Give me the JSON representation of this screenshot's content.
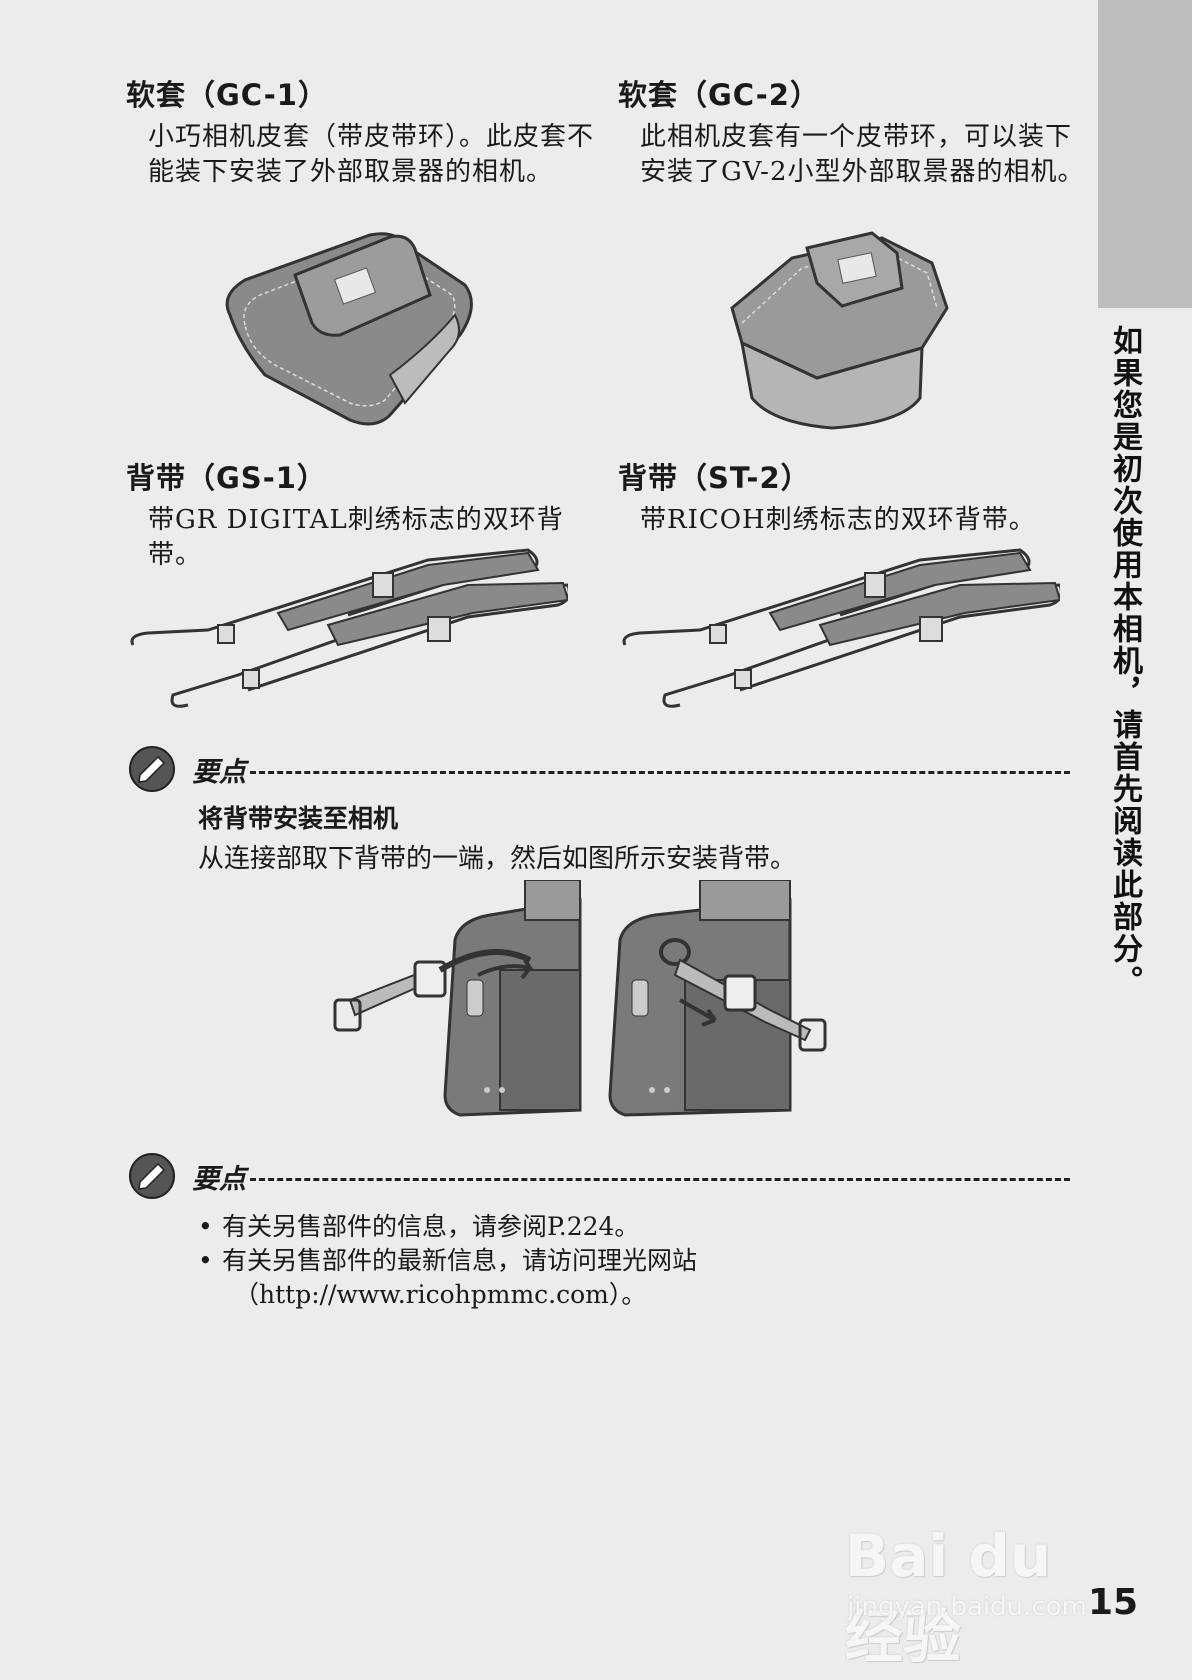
{
  "side_tab": {
    "text": "如果您是初次使用本相机，请首先阅读此部分。"
  },
  "sections": [
    {
      "title": "软套（GC-1）",
      "desc": "小巧相机皮套（带皮带环）。此皮套不能装下安装了外部取景器的相机。"
    },
    {
      "title": "软套（GC-2）",
      "desc": "此相机皮套有一个皮带环，可以装下安装了GV-2小型外部取景器的相机。"
    },
    {
      "title": "背带（GS-1）",
      "desc": "带GR DIGITAL刺绣标志的双环背带。"
    },
    {
      "title": "背带（ST-2）",
      "desc": "带RICOH刺绣标志的双环背带。"
    }
  ],
  "memo1": {
    "label": "要点",
    "subtitle": "将背带安装至相机",
    "text": "从连接部取下背带的一端，然后如图所示安装背带。"
  },
  "memo2": {
    "label": "要点",
    "bullets": [
      {
        "text": "有关另售部件的信息，请参阅P.224。"
      },
      {
        "text": "有关另售部件的最新信息，请访问理光网站",
        "url": "（http://www.ricohpmmc.com）。"
      }
    ]
  },
  "page_number": "15",
  "watermark": {
    "main": "Bai du 经验",
    "sub": "jingyan.baidu.com"
  }
}
